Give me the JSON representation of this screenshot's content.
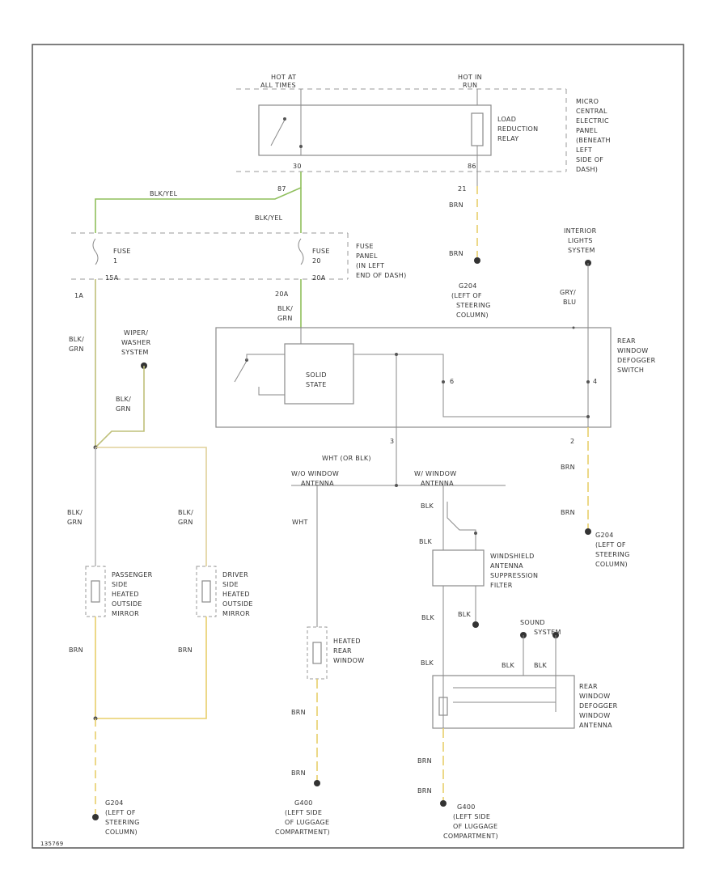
{
  "colors": {
    "border": "#555555",
    "wire_grey": "#999999",
    "wire_yellow": "#e8cf6a",
    "wire_green": "#8fbf5c",
    "wire_olive": "#bfc07a",
    "text": "#333333"
  },
  "labels": {
    "hot_at_1": "HOT AT",
    "hot_at_2": "ALL TIMES",
    "hot_in_1": "HOT IN",
    "hot_in_2": "RUN",
    "micro_1": "MICRO",
    "micro_2": "CENTRAL",
    "micro_3": "ELECTRIC",
    "micro_4": "PANEL",
    "micro_5": "(BENEATH",
    "micro_6": "LEFT",
    "micro_7": "SIDE OF",
    "micro_8": "DASH)",
    "relay_1": "LOAD",
    "relay_2": "REDUCTION",
    "relay_3": "RELAY",
    "pin_30": "30",
    "pin_87": "87",
    "pin_86": "86",
    "pin_21": "21",
    "wire_blk_yel_top": "BLK/YEL",
    "wire_blk_yel_mid": "BLK/YEL",
    "brn_relay_1": "BRN",
    "brn_relay_2": "BRN",
    "fuse1_1": "FUSE",
    "fuse1_2": "1",
    "fuse1_3": "15A",
    "fuse2_1": "FUSE",
    "fuse2_2": "20",
    "fuse2_3": "20A",
    "fuse_panel_1": "FUSE",
    "fuse_panel_2": "PANEL",
    "fuse_panel_3": "(IN LEFT",
    "fuse_panel_4": "END OF DASH)",
    "pin_1a": "1A",
    "pin_20a": "20A",
    "blk_grn_c1": "BLK/",
    "blk_grn_c2": "GRN",
    "blk_grn_l1": "BLK/",
    "blk_grn_l2": "GRN",
    "wiper_1": "WIPER/",
    "wiper_2": "WASHER",
    "wiper_3": "SYSTEM",
    "blk_grn_w1": "BLK/",
    "blk_grn_w2": "GRN",
    "interior_1": "INTERIOR",
    "interior_2": "LIGHTS",
    "interior_3": "SYSTEM",
    "g204_top_1": "G204",
    "g204_top_2": "(LEFT OF",
    "g204_top_3": "STEERING",
    "g204_top_4": "COLUMN)",
    "gry_blu_1": "GRY/",
    "gry_blu_2": "BLU",
    "switch_1": "REAR",
    "switch_2": "WINDOW",
    "switch_3": "DEFOGGER",
    "switch_4": "SWITCH",
    "solid_1": "SOLID",
    "solid_2": "STATE",
    "pin_6": "6",
    "pin_4": "4",
    "pin_3": "3",
    "pin_2": "2",
    "wht_blk": "WHT (OR BLK)",
    "wo_win_1": "W/O WINDOW",
    "wo_win_2": "ANTENNA",
    "w_win_1": "W/ WINDOW",
    "w_win_2": "ANTENNA",
    "blk_grn_p1": "BLK/",
    "blk_grn_p2": "GRN",
    "blk_grn_d1": "BLK/",
    "blk_grn_d2": "GRN",
    "pass_1": "PASSENGER",
    "pass_2": "SIDE",
    "pass_3": "HEATED",
    "pass_4": "OUTSIDE",
    "pass_5": "MIRROR",
    "drv_1": "DRIVER",
    "drv_2": "SIDE",
    "drv_3": "HEATED",
    "drv_4": "OUTSIDE",
    "drv_5": "MIRROR",
    "wht": "WHT",
    "blk_filter_top": "BLK",
    "brn_sw_1": "BRN",
    "brn_sw_2": "BRN",
    "g204_sw_1": "G204",
    "g204_sw_2": "(LEFT OF",
    "g204_sw_3": "STEERING",
    "g204_sw_4": "COLUMN)",
    "filter_1": "WINDSHIELD",
    "filter_2": "ANTENNA",
    "filter_3": "SUPPRESSION",
    "filter_4": "FILTER",
    "blk_filter_l": "BLK",
    "blk_filter_r": "BLK",
    "sound_1": "SOUND",
    "sound_2": "SYSTEM",
    "heated_1": "HEATED",
    "heated_2": "REAR",
    "heated_3": "WINDOW",
    "blk_ant_l": "BLK",
    "blk_ant_m": "BLK",
    "blk_ant_r": "BLK",
    "ant_1": "REAR",
    "ant_2": "WINDOW",
    "ant_3": "DEFOGGER",
    "ant_4": "WINDOW",
    "ant_5": "ANTENNA",
    "brn_m1": "BRN",
    "brn_m2": "BRN",
    "brn_h1": "BRN",
    "brn_h2": "BRN",
    "brn_a1": "BRN",
    "brn_a2": "BRN",
    "g204_bot_1": "G204",
    "g204_bot_2": "(LEFT OF",
    "g204_bot_3": "STEERING",
    "g204_bot_4": "COLUMN)",
    "g400_a_1": "G400",
    "g400_a_2": "(LEFT SIDE",
    "g400_a_3": "OF LUGGAGE",
    "g400_a_4": "COMPARTMENT)",
    "g400_b_1": "G400",
    "g400_b_2": "(LEFT SIDE",
    "g400_b_3": "OF LUGGAGE",
    "g400_b_4": "COMPARTMENT)",
    "code": "135769"
  }
}
